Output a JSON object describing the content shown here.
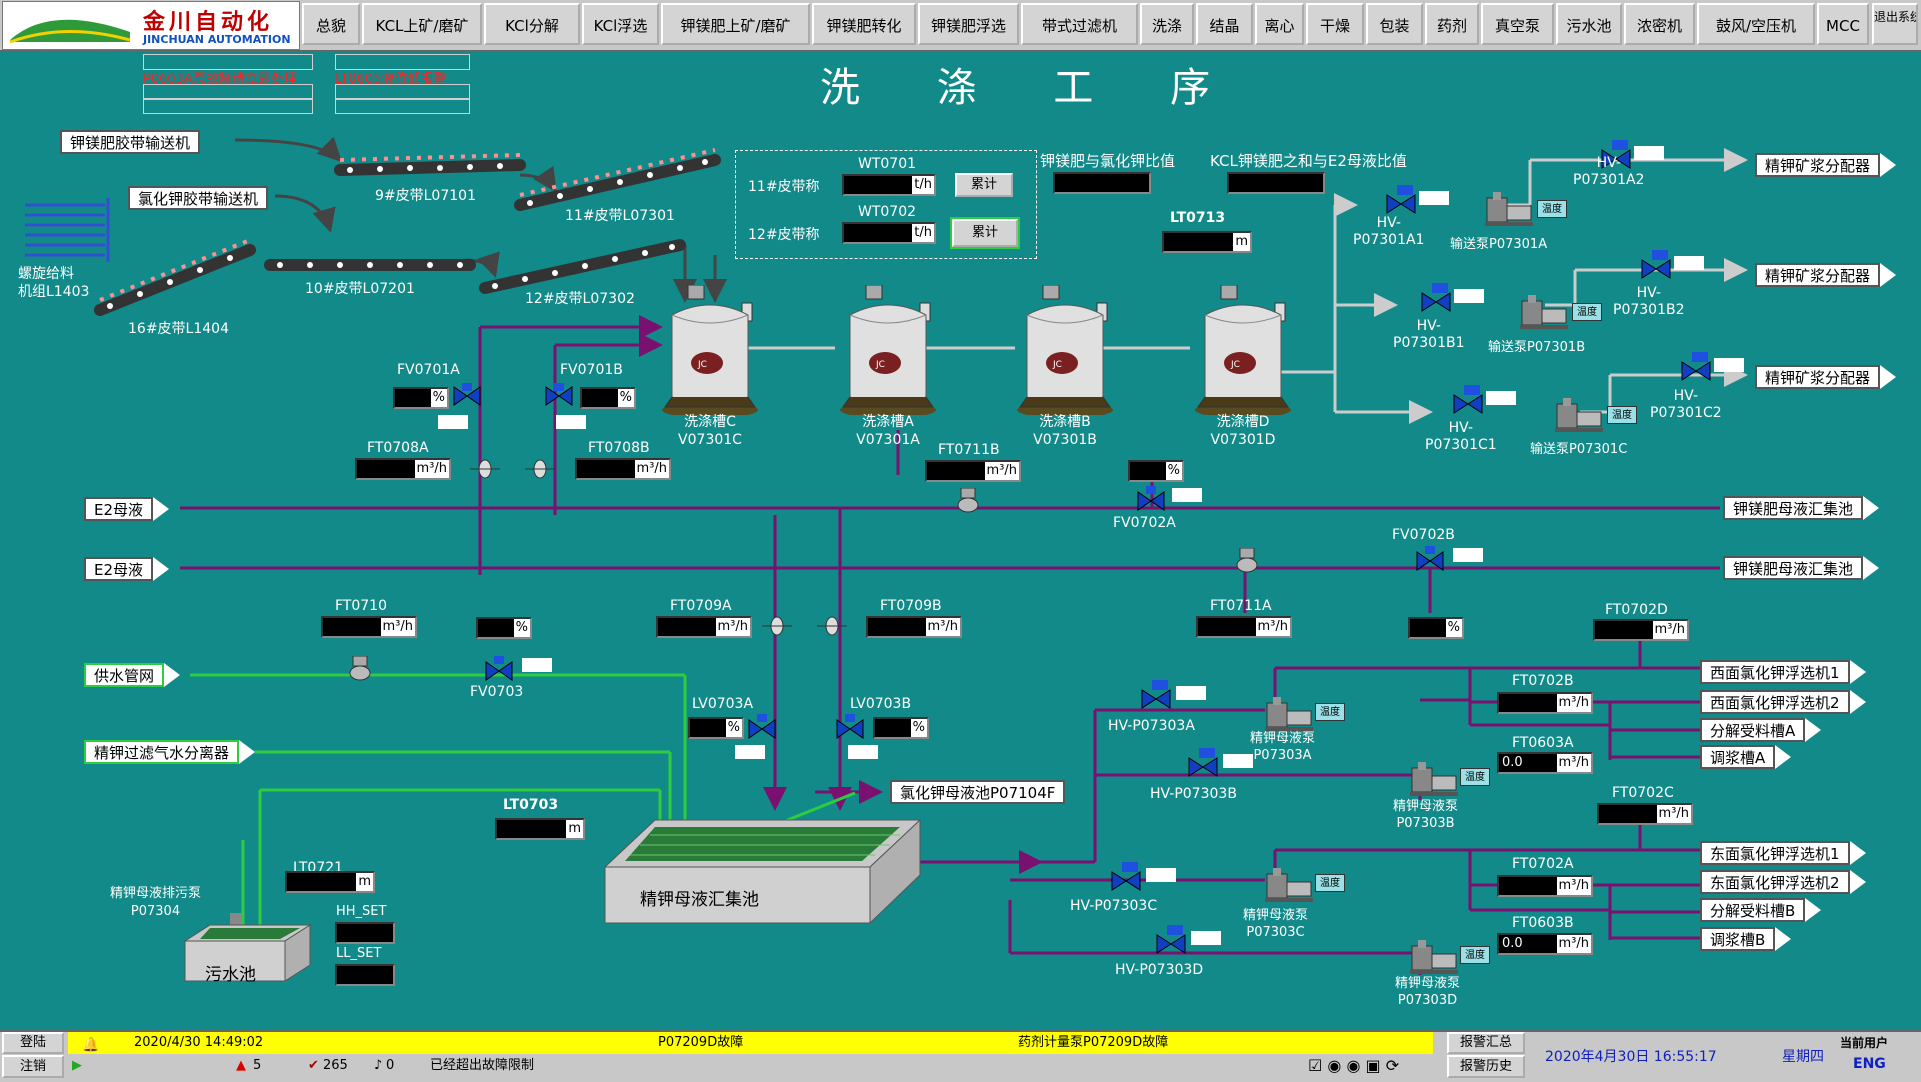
{
  "nav": {
    "logo_cn": "金川自动化",
    "logo_en": "JINCHUAN AUTOMATION",
    "items": [
      "总貌",
      "KCL上矿/磨矿",
      "KCl分解",
      "KCl浮选",
      "钾镁肥上矿/磨矿",
      "钾镁肥转化",
      "钾镁肥浮选",
      "带式过滤机",
      "洗涤",
      "结晶",
      "离心",
      "干燥",
      "包装",
      "药剂",
      "真空泵",
      "污水池",
      "浓密机",
      "鼓风/空压机",
      "MCC"
    ],
    "exit": "退出系统"
  },
  "alarms": [
    "P0603A泵故障请立即处理",
    "LT0605液位低报警"
  ],
  "page_title": "洗 涤 工 序",
  "belts": {
    "b1_label": "钾镁肥胶带输送机",
    "b2_label": "氯化钾胶带输送机",
    "screw": "螺旋给料\n机组L1403",
    "b9": "9#皮带L07101",
    "b11": "11#皮带L07301",
    "b10": "10#皮带L07201",
    "b12": "12#皮带L07302",
    "b16": "16#皮带L1404"
  },
  "weigh": {
    "wt0701": "WT0701",
    "wt0702": "WT0702",
    "row1": "11#皮带称",
    "row2": "12#皮带称",
    "unit": "t/h",
    "btn": "累计"
  },
  "ratios": {
    "r1": "钾镁肥与氯化钾比值",
    "r2": "KCL钾镁肥之和与E2母液比值"
  },
  "level_tags": {
    "lt0713": "LT0713",
    "lt0703": "LT0703",
    "lt0721": "LT0721",
    "unit": "m"
  },
  "tanks": [
    {
      "name": "洗涤槽C",
      "tag": "V07301C"
    },
    {
      "name": "洗涤槽A",
      "tag": "V07301A"
    },
    {
      "name": "洗涤槽B",
      "tag": "V07301B"
    },
    {
      "name": "洗涤槽D",
      "tag": "V07301D"
    }
  ],
  "valves": {
    "fv0701a": "FV0701A",
    "fv0701b": "FV0701B",
    "fv0702a": "FV0702A",
    "fv0702b": "FV0702B",
    "fv0703": "FV0703",
    "lv0703a": "LV0703A",
    "lv0703b": "LV0703B"
  },
  "flows": {
    "ft0708a": "FT0708A",
    "ft0708b": "FT0708B",
    "ft0711b": "FT0711B",
    "ft0710": "FT0710",
    "ft0709a": "FT0709A",
    "ft0709b": "FT0709B",
    "ft0711a": "FT0711A",
    "ft0702d": "FT0702D",
    "ft0702b": "FT0702B",
    "ft0603a": "FT0603A",
    "ft0702c": "FT0702C",
    "ft0702a": "FT0702A",
    "ft0603b": "FT0603B",
    "unit": "m³/h",
    "pct": "%",
    "zero": "0.0"
  },
  "lines": {
    "e2a": "E2母液",
    "e2b": "E2母液",
    "gs": "供水管网",
    "jglq": "精钾过滤气水分离器",
    "kmfa": "钾镁肥母液汇集池",
    "kmfb": "钾镁肥母液汇集池",
    "lhmy": "氯化钾母液池P07104F"
  },
  "dest": {
    "fp1": "精钾矿浆分配器",
    "fp2": "精钾矿浆分配器",
    "fp3": "精钾矿浆分配器",
    "xm1": "西面氯化钾浮选机1",
    "xm2": "西面氯化钾浮选机2",
    "fjA": "分解受料槽A",
    "tjA": "调浆槽A",
    "dm1": "东面氯化钾浮选机1",
    "dm2": "东面氯化钾浮选机2",
    "fjB": "分解受料槽B",
    "tjB": "调浆槽B"
  },
  "pumps": {
    "hv_a1": "HV-\nP07301A1",
    "hv_a2": "HV-\nP07301A2",
    "ps_a": "输送泵P07301A",
    "hv_b1": "HV-\nP07301B1",
    "hv_b2": "HV-\nP07301B2",
    "ps_b": "输送泵P07301B",
    "hv_c1": "HV-\nP07301C1",
    "hv_c2": "HV-\nP07301C2",
    "ps_c": "输送泵P07301C",
    "temp": "温度",
    "hv303a": "HV-P07303A",
    "hv303b": "HV-P07303B",
    "hv303c": "HV-P07303C",
    "hv303d": "HV-P07303D",
    "jj303a": "精钾母液泵\nP07303A",
    "jj303b": "精钾母液泵\nP07303B",
    "jj303c": "精钾母液泵\nP07303C",
    "jj303d": "精钾母液泵\nP07303D",
    "sewage_pump": "精钾母液排污泵\nP07304"
  },
  "pools": {
    "main": "精钾母液汇集池",
    "sewage": "污水池",
    "hh": "HH_SET",
    "ll": "LL_SET"
  },
  "status": {
    "login": "登陆",
    "logout": "注销",
    "time": "2020/4/30 14:49:02",
    "fault1": "P07209D故障",
    "fault2": "药剂计量泵P07209D故障",
    "c1": "5",
    "c2": "265",
    "c3": "0",
    "msg": "已经超出故障限制",
    "sum": "报警汇总",
    "hist": "报警历史",
    "date": "2020年4月30日  16:55:17",
    "weekday": "星期四",
    "user_label": "当前用户",
    "user": "ENG"
  }
}
